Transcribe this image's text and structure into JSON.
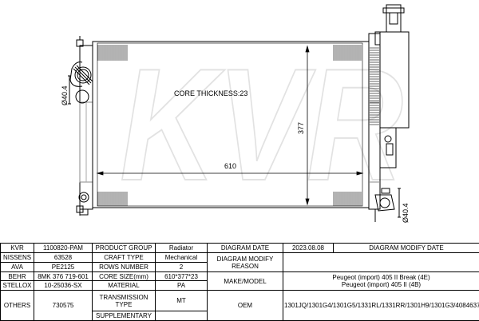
{
  "drawing": {
    "watermark": "KVR",
    "core_thickness_label": "CORE THICKNESS:23",
    "width_dim": "610",
    "height_dim": "377",
    "left_pipe_dim": "Ø40.4",
    "right_pipe_dim": "Ø40.4"
  },
  "table": {
    "r1": {
      "c1": "KVR",
      "c2": "1100820-PAM",
      "c3": "PRODUCT GROUP",
      "c4": "Radiator",
      "c5": "DIAGRAM DATE",
      "c6": "2023.08.08",
      "c7": "DIAGRAM MODIFY DATE",
      "c8": ""
    },
    "r2": {
      "c1": "NISSENS",
      "c2": "63528",
      "c3": "CRAFT TYPE",
      "c4": "Mechanical",
      "c5": "DIAGRAM MODIFY REASON",
      "c6": ""
    },
    "r3": {
      "c1": "AVA",
      "c2": "PE2125",
      "c3": "ROWS NUMBER",
      "c4": "2"
    },
    "r4": {
      "c1": "BEHR",
      "c2": "8MK 376 719-601",
      "c3": "CORE SIZE(mm)",
      "c4": "610*377*23",
      "c5": "MAKE/MODEL",
      "c6a": "Peugeot (import) 405 II Break (4E)",
      "c6b": "Peugeot (import) 405 II (4B)"
    },
    "r5": {
      "c1": "STELLOX",
      "c2": "10-25036-SX",
      "c3": "MATERIAL",
      "c4": "PA"
    },
    "r6": {
      "c1": "OTHERS",
      "c2": "730575",
      "c3": "TRANSMISSION TYPE",
      "c4": "MT",
      "c5": "OEM",
      "c6": "1301JQ/1301G4/1301G5/1331RL/1331RR/1301H9/1301G3/4084637"
    },
    "r7": {
      "c3": "SUPPLEMENTARY",
      "c4": ""
    }
  }
}
